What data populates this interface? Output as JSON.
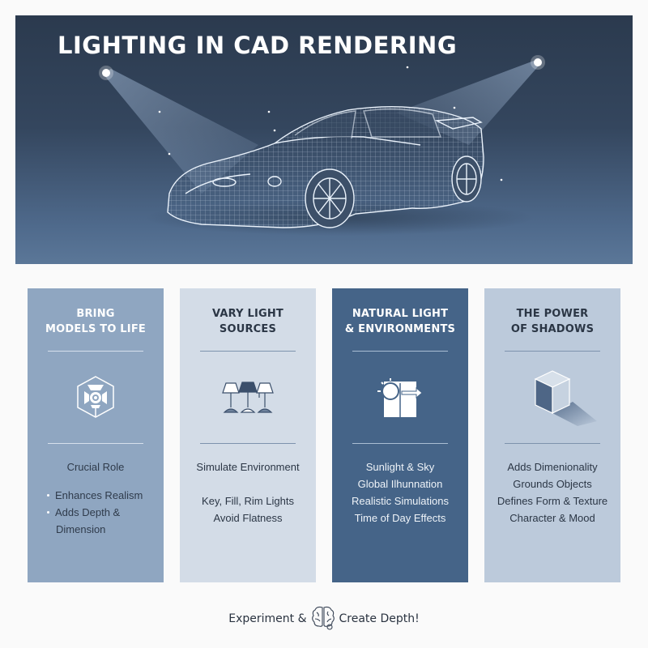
{
  "header": {
    "title": "LIGHTING IN CAD RENDERING",
    "image": "wireframe-sports-car-with-spotlights"
  },
  "cards": [
    {
      "title_line1": "BRING",
      "title_line2": "MODELS TO LIFE",
      "icon": "spotlight-hexagon-icon",
      "heading": "Crucial Role",
      "bullets": [
        "Enhances Realism",
        "Adds Depth &",
        "Dimension"
      ],
      "bg": "#8fa6c1"
    },
    {
      "title_line1": "VARY LIGHT",
      "title_line2": "SOURCES",
      "icon": "three-lamps-icon",
      "heading": "Simulate Environment",
      "lines": [
        "Key, Fill, Rim Lights",
        "Avoid Flatness"
      ],
      "bg": "#d3dce7"
    },
    {
      "title_line1": "NATURAL LIGHT",
      "title_line2": "& ENVIRONMENTS",
      "icon": "sun-window-icon",
      "lines": [
        "Sunlight & Sky",
        "Global Ilhunnation",
        "Realistic Simulations",
        "Time of Day Effects"
      ],
      "bg": "#456488"
    },
    {
      "title_line1": "THE POWER",
      "title_line2": "OF SHADOWS",
      "icon": "cube-shadow-icon",
      "lines": [
        "Adds Dimenionality",
        "Grounds Objects",
        "Defines Form & Texture",
        "Character & Mood"
      ],
      "bg": "#bccadb"
    }
  ],
  "footer": {
    "text_left": "Experiment &",
    "icon": "brain-gear-icon",
    "text_right": "Create Depth!"
  }
}
